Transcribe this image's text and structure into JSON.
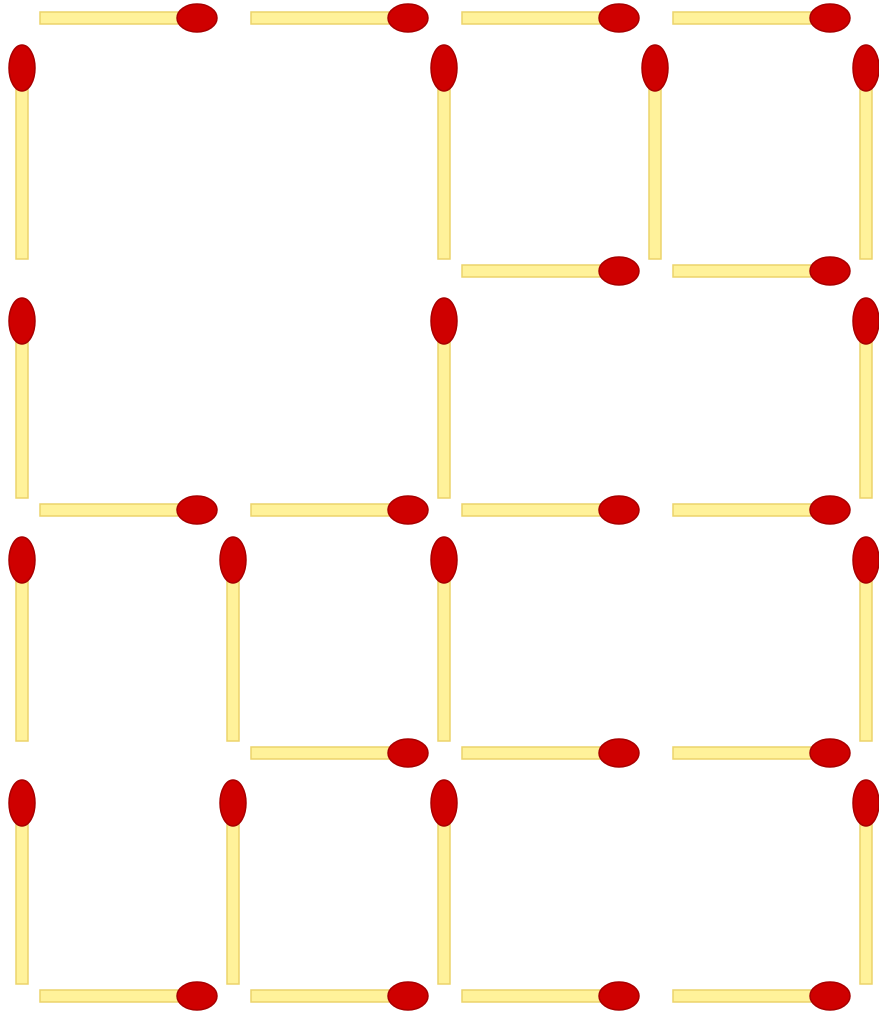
{
  "puzzle": {
    "grid": {
      "columns": 4,
      "rows": 4
    },
    "colors": {
      "background": "#ffffff",
      "stick_fill": "#fff29a",
      "stick_edge": "#ecd36a",
      "head_fill": "#cf0000",
      "head_edge": "#a80000"
    },
    "horizontal_matches": [
      {
        "row": 0,
        "col": 0
      },
      {
        "row": 0,
        "col": 1
      },
      {
        "row": 0,
        "col": 2
      },
      {
        "row": 0,
        "col": 3
      },
      {
        "row": 1,
        "col": 2
      },
      {
        "row": 1,
        "col": 3
      },
      {
        "row": 2,
        "col": 0
      },
      {
        "row": 2,
        "col": 1
      },
      {
        "row": 2,
        "col": 2
      },
      {
        "row": 2,
        "col": 3
      },
      {
        "row": 3,
        "col": 1
      },
      {
        "row": 3,
        "col": 2
      },
      {
        "row": 3,
        "col": 3
      },
      {
        "row": 4,
        "col": 0
      },
      {
        "row": 4,
        "col": 1
      },
      {
        "row": 4,
        "col": 2
      },
      {
        "row": 4,
        "col": 3
      }
    ],
    "vertical_matches": [
      {
        "row": 0,
        "col": 0
      },
      {
        "row": 0,
        "col": 2
      },
      {
        "row": 0,
        "col": 3
      },
      {
        "row": 0,
        "col": 4
      },
      {
        "row": 1,
        "col": 0
      },
      {
        "row": 1,
        "col": 2
      },
      {
        "row": 1,
        "col": 4
      },
      {
        "row": 2,
        "col": 0
      },
      {
        "row": 2,
        "col": 1
      },
      {
        "row": 2,
        "col": 2
      },
      {
        "row": 2,
        "col": 4
      },
      {
        "row": 3,
        "col": 0
      },
      {
        "row": 3,
        "col": 1
      },
      {
        "row": 3,
        "col": 2
      },
      {
        "row": 3,
        "col": 4
      }
    ]
  }
}
